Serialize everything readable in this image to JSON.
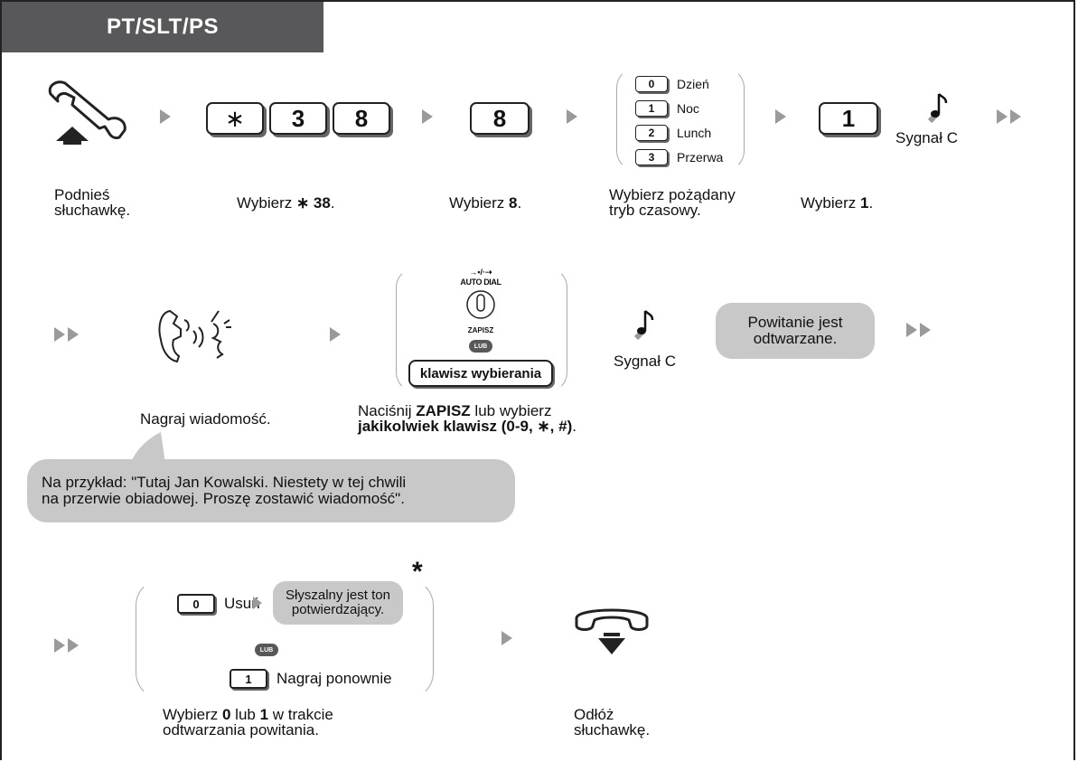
{
  "header": {
    "title": "PT/SLT/PS"
  },
  "row1": {
    "keys_star38": [
      "∗",
      "3",
      "8"
    ],
    "key_8": "8",
    "time_modes": [
      {
        "key": "0",
        "label": "Dzień"
      },
      {
        "key": "1",
        "label": "Noc"
      },
      {
        "key": "2",
        "label": "Lunch"
      },
      {
        "key": "3",
        "label": "Przerwa"
      }
    ],
    "key_1": "1",
    "tone_label": "Sygnał C",
    "captions": {
      "lift": [
        "Podnieś",
        "słuchawkę."
      ],
      "dial_star38_prefix": "Wybierz ",
      "dial_star38_bold": "∗ 38",
      "dial_star38_suffix": ".",
      "dial_8_prefix": "Wybierz ",
      "dial_8_bold": "8",
      "dial_8_suffix": ".",
      "mode": [
        "Wybierz pożądany",
        "tryb czasowy."
      ],
      "dial_1_prefix": "Wybierz ",
      "dial_1_bold": "1",
      "dial_1_suffix": "."
    }
  },
  "row2": {
    "auto_dial_arrows": "→•/·⇢",
    "auto_dial_label": "AUTO DIAL",
    "zapisz_label": "ZAPISZ",
    "lub": "LUB",
    "dial_key_label": "klawisz wybierania",
    "tone_label": "Sygnał C",
    "bubble": [
      "Powitanie jest",
      "odtwarzane."
    ],
    "caption_record": "Nagraj wiadomość.",
    "caption_press_prefix": "Naciśnij ",
    "caption_press_bold1": "ZAPISZ",
    "caption_press_mid": " lub wybierz",
    "caption_press_bold2": "jakikolwiek klawisz (0-9, ∗, #)",
    "caption_press_suffix": ".",
    "example": [
      "Na przykład: \"Tutaj Jan Kowalski. Niestety w tej chwili",
      "na przerwie obiadowej. Proszę zostawić wiadomość\"."
    ]
  },
  "row3": {
    "opt0_key": "0",
    "opt0_label": "Usuń",
    "confirm_bubble": [
      "Słyszalny jest ton",
      "potwierdzający."
    ],
    "lub": "LUB",
    "opt1_key": "1",
    "opt1_label": "Nagraj ponownie",
    "asterisk": "*",
    "caption_choose": {
      "prefix": "Wybierz ",
      "b1": "0",
      "mid": " lub ",
      "b2": "1",
      "suffix": " w trakcie",
      "line2": "odtwarzania powitania."
    },
    "caption_hangup": [
      "Odłóż",
      "słuchawkę."
    ]
  }
}
